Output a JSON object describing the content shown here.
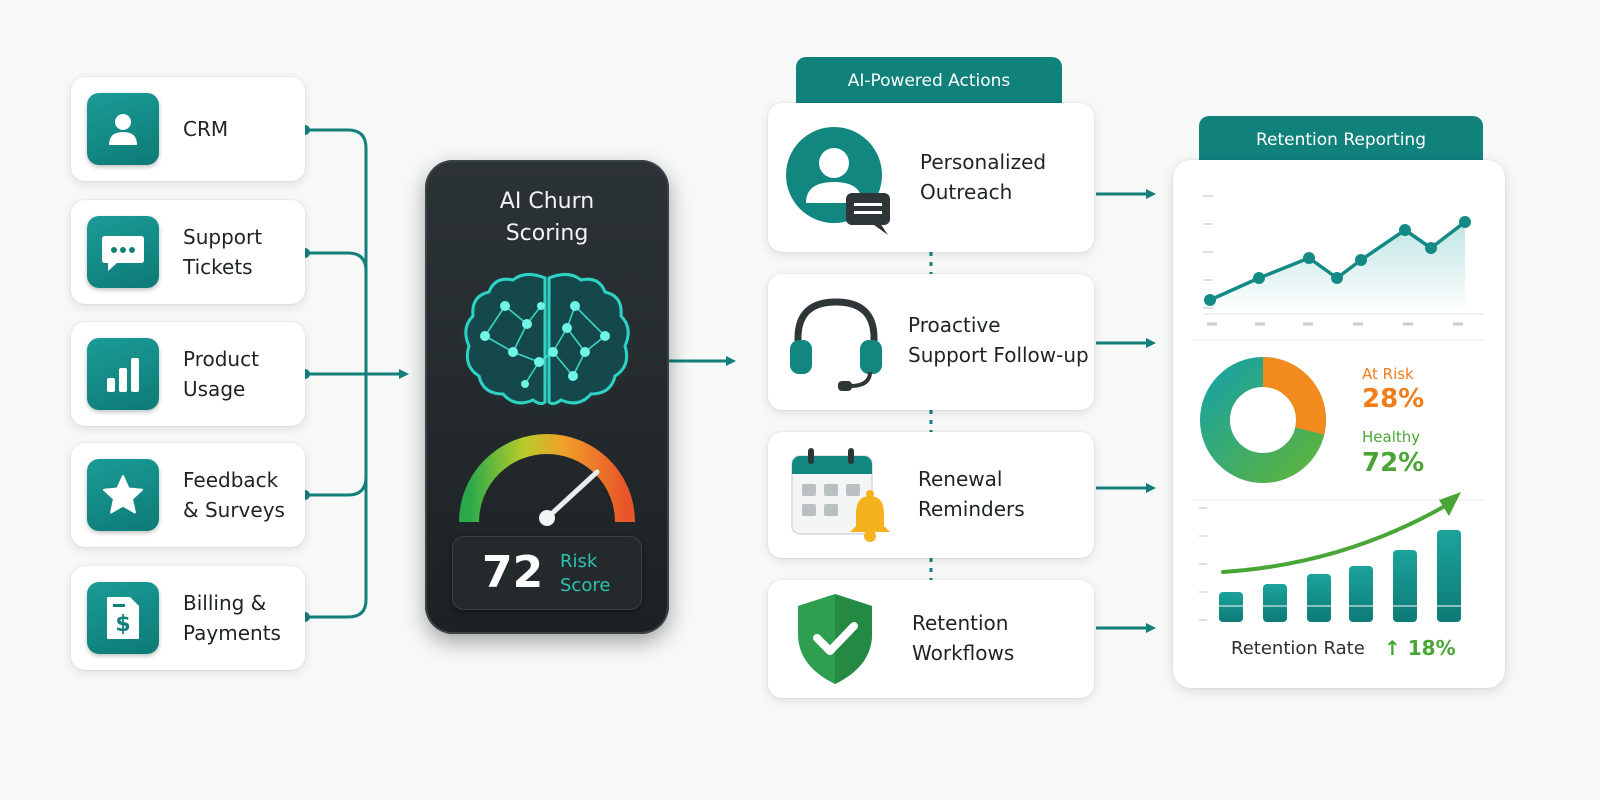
{
  "sources": [
    {
      "label": "CRM",
      "icon": "user-icon"
    },
    {
      "label": "Support\nTickets",
      "icon": "chat-bubble-icon"
    },
    {
      "label": "Product\nUsage",
      "icon": "bar-chart-icon"
    },
    {
      "label": "Feedback\n& Surveys",
      "icon": "star-icon"
    },
    {
      "label": "Billing &\nPayments",
      "icon": "invoice-dollar-icon"
    }
  ],
  "scoring": {
    "title": "AI Churn\nScoring",
    "score": "72",
    "score_label": "Risk\nScore",
    "brain_icon": "brain-network-icon",
    "gauge_icon": "risk-gauge-icon"
  },
  "actions": {
    "header": "AI-Powered Actions",
    "items": [
      {
        "label": "Personalized\nOutreach",
        "icon": "user-message-icon"
      },
      {
        "label": "Proactive\nSupport Follow-up",
        "icon": "headset-icon"
      },
      {
        "label": "Renewal\nReminders",
        "icon": "calendar-bell-icon"
      },
      {
        "label": "Retention\nWorkflows",
        "icon": "shield-check-icon"
      }
    ]
  },
  "reporting": {
    "header": "Retention Reporting",
    "at_risk_label": "At Risk",
    "at_risk_value": "28%",
    "healthy_label": "Healthy",
    "healthy_value": "72%",
    "retention_label": "Retention Rate",
    "retention_value": "18%",
    "retention_arrow": "↑"
  },
  "colors": {
    "teal": "#11817c",
    "teal_light": "#1ba39c",
    "orange": "#f28a1e",
    "green": "#49a636",
    "dark_panel": "#23292c"
  }
}
